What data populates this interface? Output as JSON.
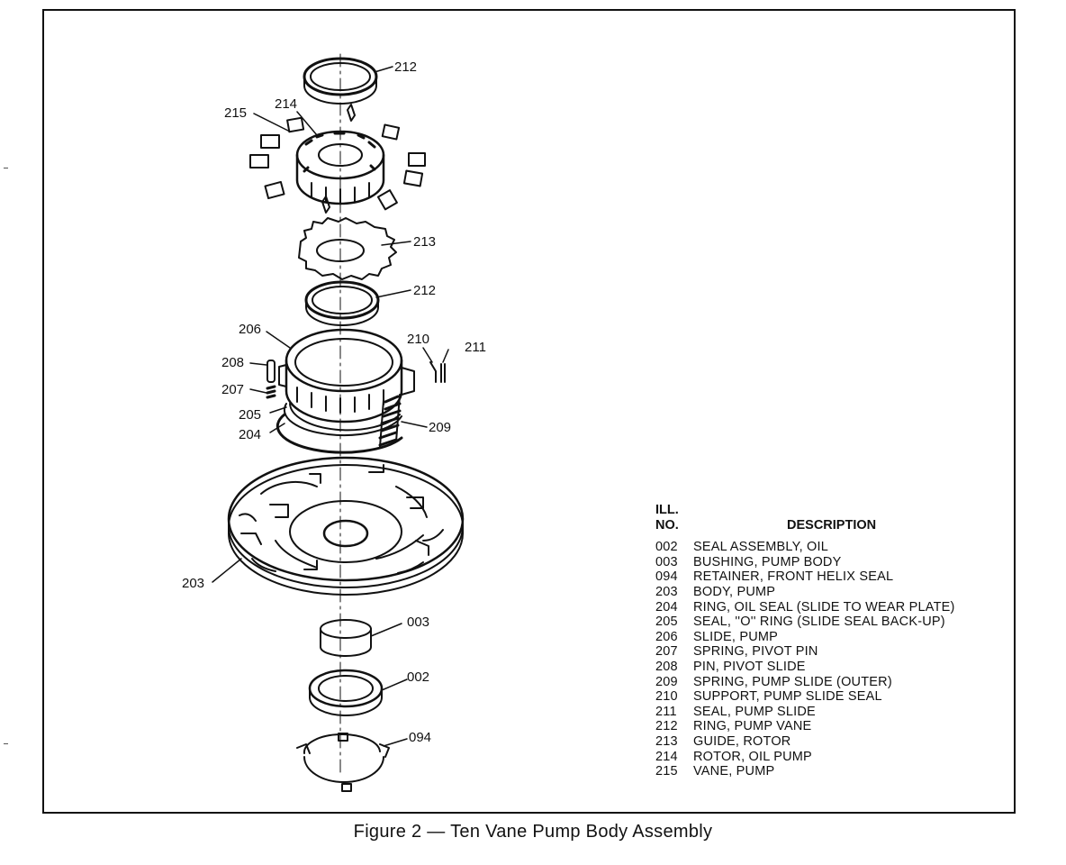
{
  "callouts": {
    "c212a": "212",
    "c214": "214",
    "c215": "215",
    "c213": "213",
    "c212b": "212",
    "c206": "206",
    "c210": "210",
    "c211": "211",
    "c208": "208",
    "c207": "207",
    "c205": "205",
    "c204": "204",
    "c209": "209",
    "c203": "203",
    "c003": "003",
    "c002": "002",
    "c094": "094"
  },
  "legend": {
    "header_ill": "ILL.",
    "header_no": "NO.",
    "header_desc": "DESCRIPTION",
    "items": [
      {
        "num": "002",
        "desc": "SEAL ASSEMBLY, OIL"
      },
      {
        "num": "003",
        "desc": "BUSHING, PUMP BODY"
      },
      {
        "num": "094",
        "desc": "RETAINER, FRONT HELIX SEAL"
      },
      {
        "num": "203",
        "desc": "BODY, PUMP"
      },
      {
        "num": "204",
        "desc": "RING, OIL SEAL (SLIDE TO WEAR PLATE)"
      },
      {
        "num": "205",
        "desc": "SEAL, ''O'' RING (SLIDE SEAL BACK-UP)"
      },
      {
        "num": "206",
        "desc": "SLIDE, PUMP"
      },
      {
        "num": "207",
        "desc": "SPRING, PIVOT PIN"
      },
      {
        "num": "208",
        "desc": "PIN, PIVOT SLIDE"
      },
      {
        "num": "209",
        "desc": "SPRING, PUMP SLIDE (OUTER)"
      },
      {
        "num": "210",
        "desc": "SUPPORT, PUMP SLIDE SEAL"
      },
      {
        "num": "211",
        "desc": "SEAL, PUMP SLIDE"
      },
      {
        "num": "212",
        "desc": "RING, PUMP VANE"
      },
      {
        "num": "213",
        "desc": "GUIDE, ROTOR"
      },
      {
        "num": "214",
        "desc": "ROTOR, OIL PUMP"
      },
      {
        "num": "215",
        "desc": "VANE, PUMP"
      }
    ]
  },
  "caption": "Figure 2 — Ten Vane Pump Body Assembly"
}
